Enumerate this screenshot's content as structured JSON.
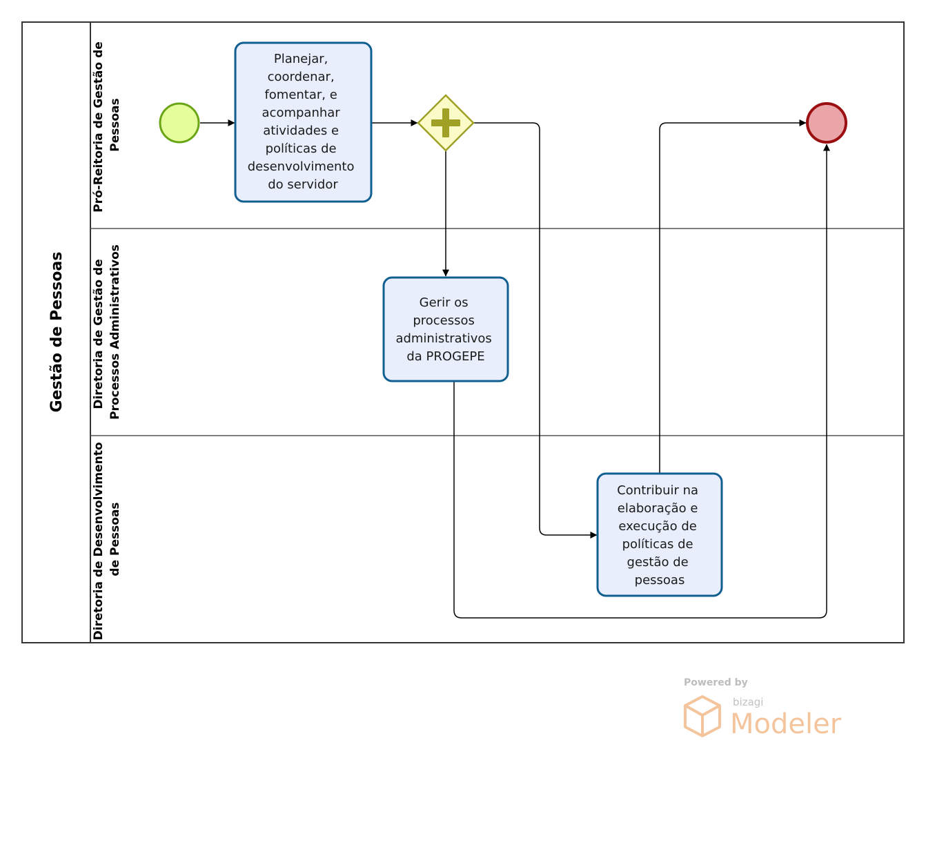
{
  "pool": {
    "title": "Gestão de Pessoas"
  },
  "lanes": [
    {
      "title_lines": [
        "Pró-Reitoria de Gestão de",
        "Pessoas"
      ]
    },
    {
      "title_lines": [
        "Diretoria de Gestão de",
        "Processos Administrativos"
      ]
    },
    {
      "title_lines": [
        "Diretoria de Desenvolvimento",
        "de Pessoas"
      ]
    }
  ],
  "tasks": {
    "planejar": {
      "lines": [
        "Planejar,",
        "coordenar,",
        "fomentar, e",
        "acompanhar",
        "atividades e",
        "políticas de",
        "desenvolvimento",
        "do servidor"
      ]
    },
    "gerir": {
      "lines": [
        "Gerir os",
        "processos",
        "administrativos",
        "da PROGEPE"
      ]
    },
    "contribuir": {
      "lines": [
        "Contribuir na",
        "elaboração e",
        "execução de",
        "políticas de",
        "gestão de",
        "pessoas"
      ]
    }
  },
  "events": {
    "start": {
      "fill": "#e6fd9c",
      "stroke": "#6aa516"
    },
    "end": {
      "fill": "#e9a5a8",
      "stroke": "#9b0f12"
    }
  },
  "gateway": {
    "type": "parallel",
    "icon": "plus-icon",
    "fill": "#fafbc6",
    "stroke": "#a0a024",
    "mark": "#a0a024"
  },
  "task_style": {
    "fill": "#e8eefc",
    "stroke": "#115f91"
  },
  "watermark": {
    "powered_by": "Powered by",
    "brand": "bizagi",
    "product": "Modeler"
  }
}
